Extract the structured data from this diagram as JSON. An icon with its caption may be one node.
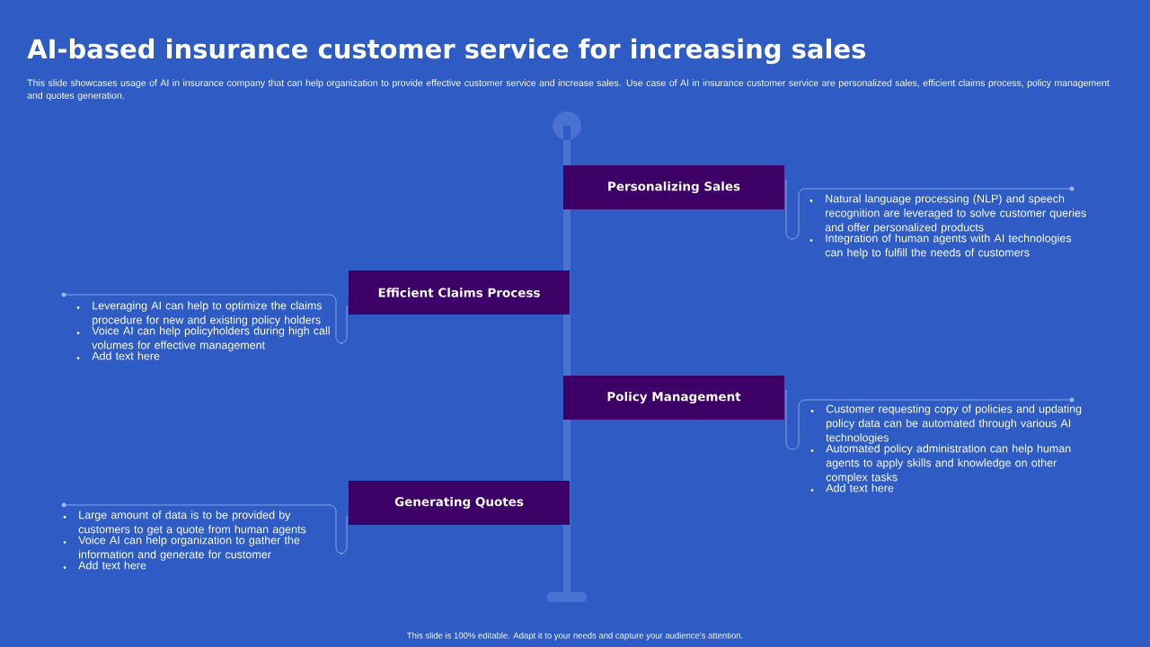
{
  "diagram": {
    "title": "AI-based insurance customer service for increasing sales",
    "nodes": [
      {
        "text": [
          "Personalizing Sales"
        ],
        "beside": [
          "Natural language processing (NLP) and speech recognition are leveraged to solve customer queries and offer personalized products",
          "Integration of human agents with AI technologies can help to fulfill the needs of customers"
        ]
      },
      {
        "text": [
          "Efficient Claims Process"
        ],
        "beside": [
          "Leveraging AI can help to optimize the claims procedure for new and existing policy holders",
          "Voice AI can help policyholders during high call volumes for effective management",
          "Add text here"
        ]
      },
      {
        "text": [
          "Policy Management"
        ],
        "beside": [
          "Customer requesting copy of policies and updating policy data can be automated through various AI technologies",
          "Automated policy administration can help human agents to apply skills and knowledge on other complex tasks",
          "Add text here"
        ]
      },
      {
        "text": [
          "Generating Quotes"
        ],
        "beside": [
          "Large amount of data is to be provided by customers to get a quote from human agents",
          "Voice AI can help organization to gather the information and generate for customer",
          "Add text here"
        ]
      }
    ],
    "labels": [
      "This slide showcases usage of AI in insurance company that can help organization to provide effective customer service and increase sales. Use case of AI in insurance customer service are personalized sales, efficient claims process, policy management and quotes generation.",
      "This slide is 100% editable. Adapt it to your needs and capture your audience's attention."
    ]
  }
}
